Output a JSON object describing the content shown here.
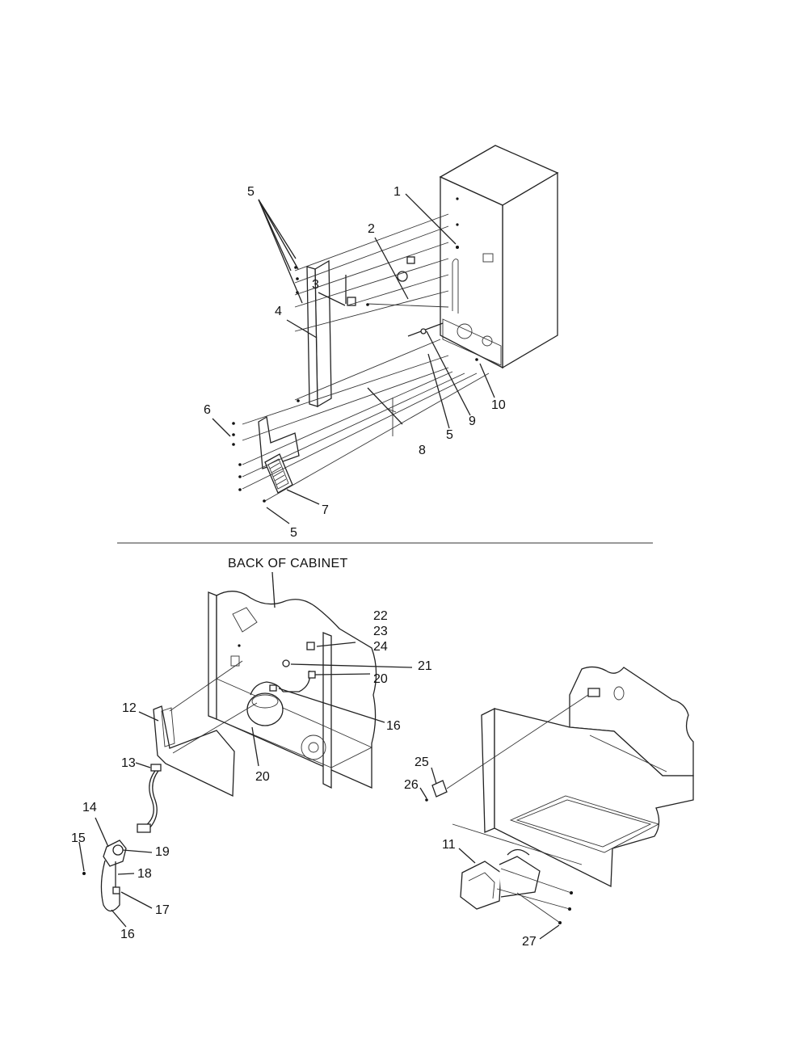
{
  "sections": {
    "top": {
      "callouts": [
        "1",
        "2",
        "3",
        "4",
        "5",
        "6",
        "7",
        "8",
        "9",
        "10",
        "5",
        "5"
      ]
    },
    "bottom": {
      "caption": "BACK OF CABINET",
      "callouts": [
        "22",
        "23",
        "24",
        "21",
        "20",
        "16",
        "12",
        "13",
        "20",
        "14",
        "15",
        "19",
        "18",
        "17",
        "16",
        "25",
        "26",
        "11",
        "27"
      ]
    }
  }
}
